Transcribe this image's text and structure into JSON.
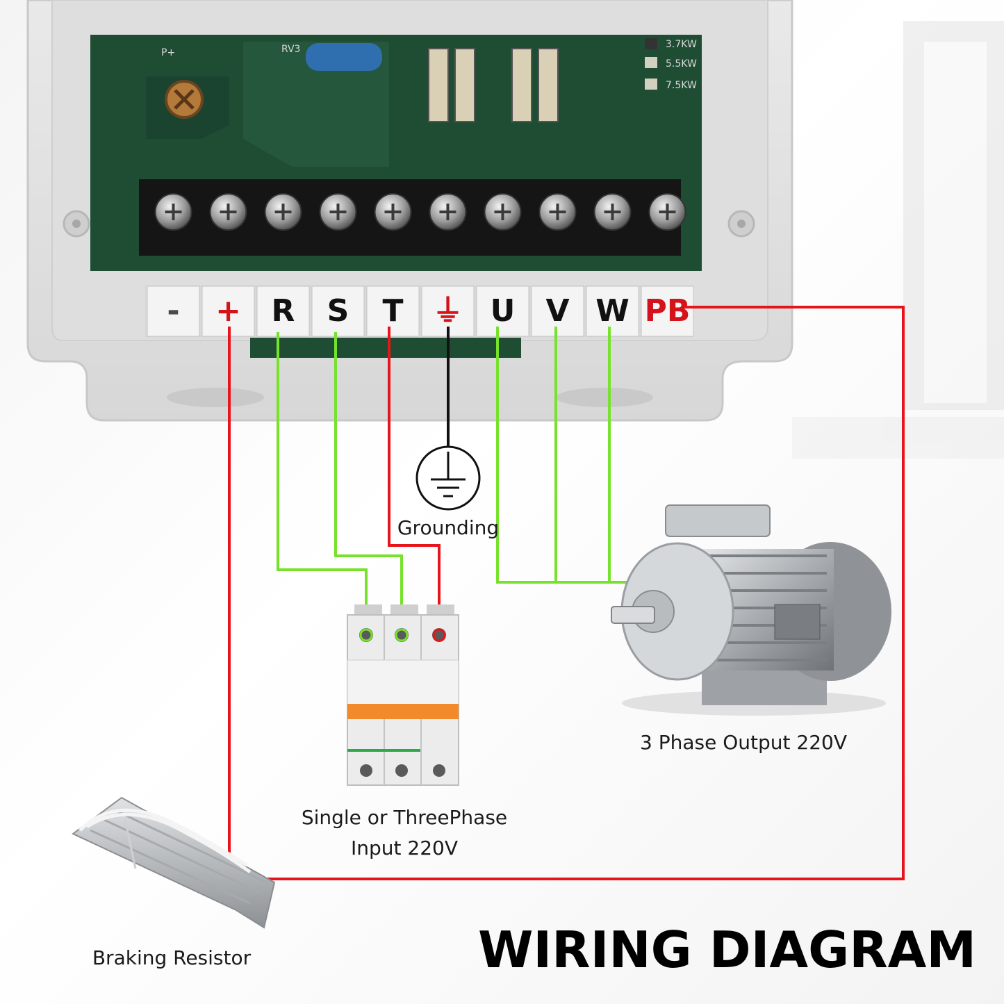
{
  "title": "WIRING DIAGRAM",
  "board": {
    "silkscreen_top": "P+",
    "silkscreen_rv": "RV3",
    "power_options": [
      "3.7KW",
      "5.5KW",
      "7.5KW"
    ]
  },
  "terminals": [
    "-",
    "+",
    "R",
    "S",
    "T",
    "⏚",
    "U",
    "V",
    "W",
    "PB"
  ],
  "captions": {
    "grounding": "Grounding",
    "input_line1": "Single or ThreePhase",
    "input_line2": "Input 220V",
    "output": "3 Phase Output 220V",
    "resistor": "Braking Resistor"
  },
  "colors": {
    "power_wire": "#e8141b",
    "signal_wire": "#77e22c",
    "ground_wire": "#111111",
    "pcb": "#1f4d34",
    "breaker_handle": "#f28a2b"
  }
}
